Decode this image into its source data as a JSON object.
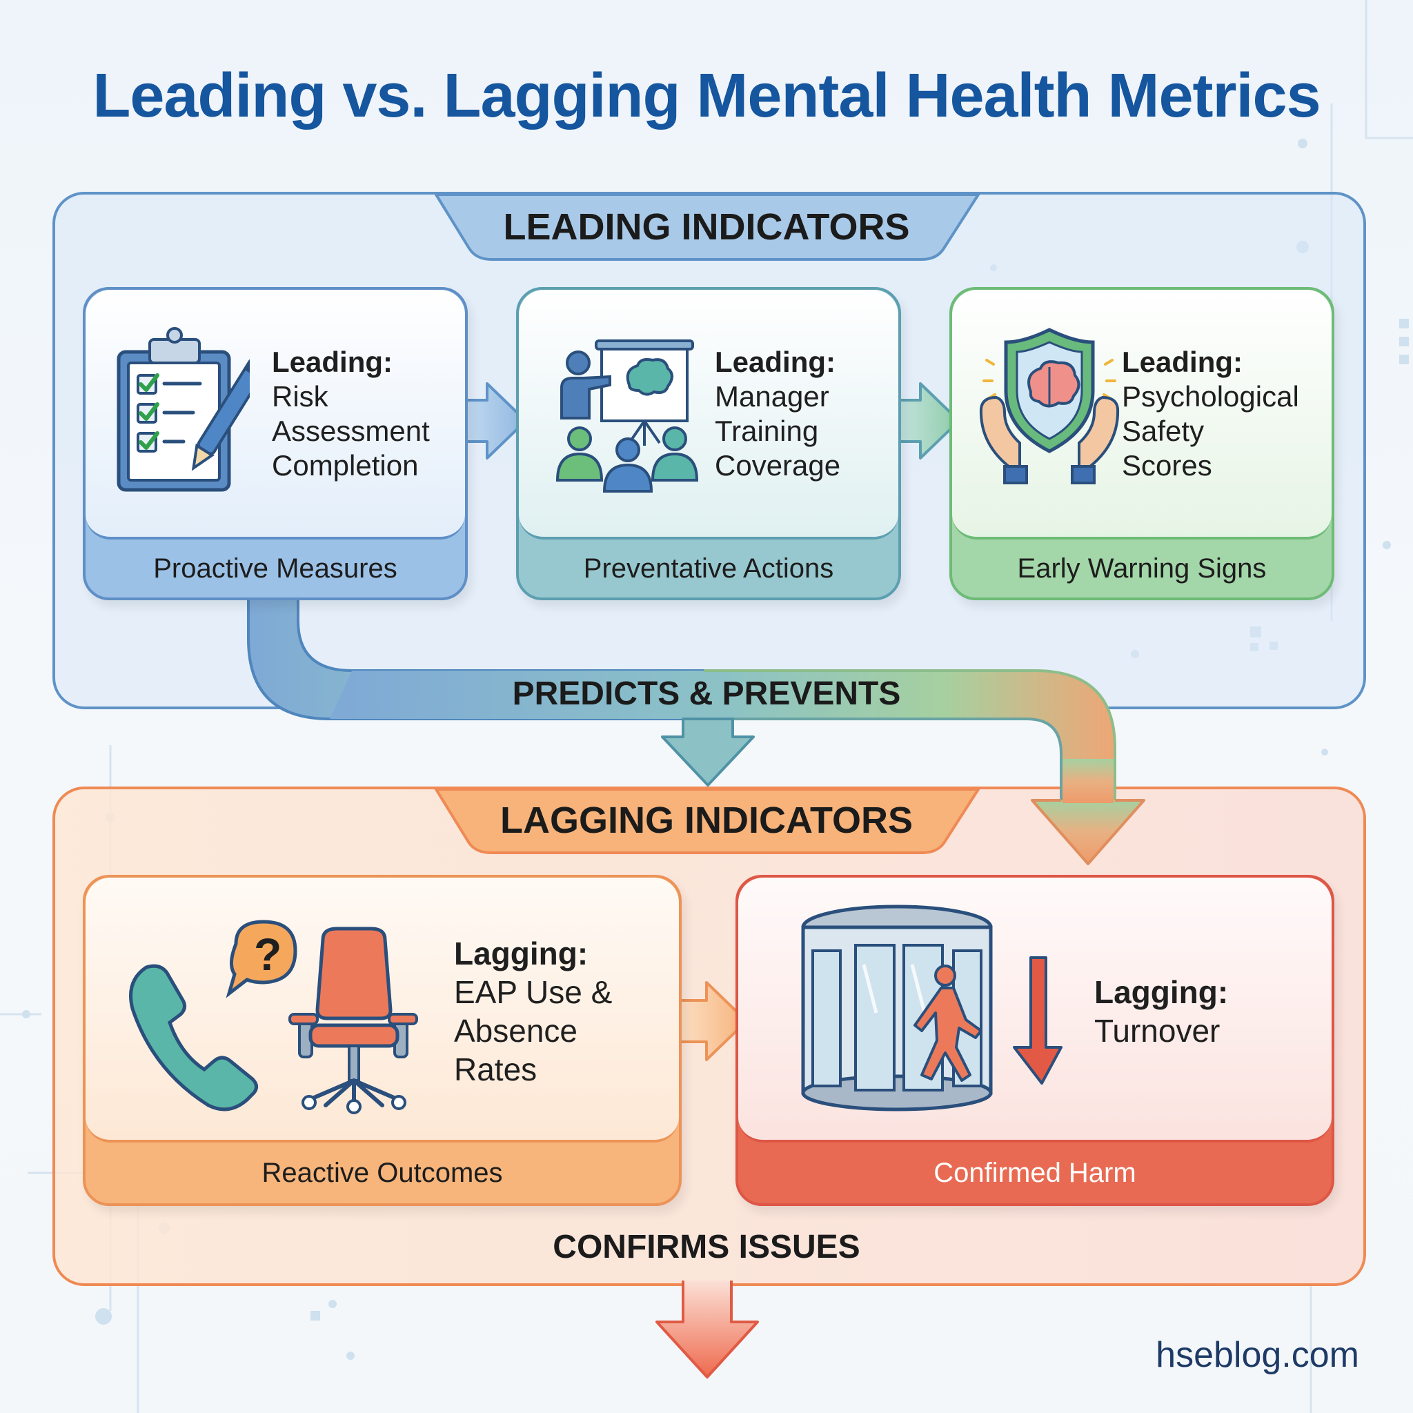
{
  "title": "Leading vs. Lagging Mental Health Metrics",
  "leading": {
    "header": "LEADING INDICATORS",
    "cards": [
      {
        "prefix": "Leading:",
        "lines": [
          "Risk",
          "Assessment",
          "Completion"
        ],
        "footer": "Proactive Measures",
        "icon": "clipboard-checklist-icon"
      },
      {
        "prefix": "Leading:",
        "lines": [
          "Manager",
          "Training",
          "Coverage"
        ],
        "footer": "Preventative Actions",
        "icon": "training-presentation-icon"
      },
      {
        "prefix": "Leading:",
        "lines": [
          "Psychological",
          "Safety",
          "Scores"
        ],
        "footer": "Early Warning Signs",
        "icon": "brain-shield-hands-icon"
      }
    ]
  },
  "connector": {
    "label": "PREDICTS & PREVENTS"
  },
  "lagging": {
    "header": "LAGGING INDICATORS",
    "cards": [
      {
        "prefix": "Lagging:",
        "lines": [
          "EAP Use &",
          "Absence",
          "Rates"
        ],
        "footer": "Reactive Outcomes",
        "icon": "phone-chair-icon"
      },
      {
        "prefix": "Lagging:",
        "lines": [
          "Turnover"
        ],
        "footer": "Confirmed Harm",
        "icon": "revolving-door-exit-icon"
      }
    ]
  },
  "bottom": {
    "label": "CONFIRMS ISSUES"
  },
  "footer": {
    "domain": "hseblog.com"
  },
  "colors": {
    "title": "#15569f",
    "leading_border": "#5f93c7",
    "lagging_border": "#ef8a55",
    "teal": "#5c9fb0",
    "green": "#6dbb77",
    "orange": "#f7b57b",
    "red": "#e86a52"
  }
}
